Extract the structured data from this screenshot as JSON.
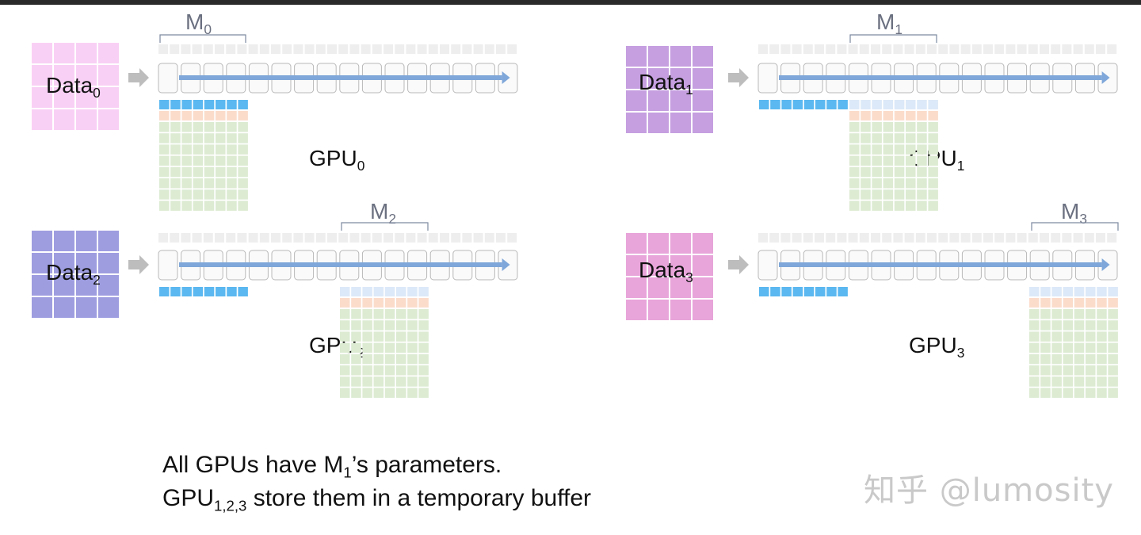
{
  "gpus": [
    {
      "data_main": "Data",
      "data_sub": "0",
      "gpu_main": "GPU",
      "gpu_sub": "0",
      "m_main": "M",
      "m_sub": "0",
      "data_color": "#f9d0f5"
    },
    {
      "data_main": "Data",
      "data_sub": "1",
      "gpu_main": "GPU",
      "gpu_sub": "1",
      "m_main": "M",
      "m_sub": "1",
      "data_color": "#c59fe0"
    },
    {
      "data_main": "Data",
      "data_sub": "2",
      "gpu_main": "GPU",
      "gpu_sub": "2",
      "m_main": "M",
      "m_sub": "2",
      "data_color": "#9e9de0"
    },
    {
      "data_main": "Data",
      "data_sub": "3",
      "gpu_main": "GPU",
      "gpu_sub": "3",
      "m_main": "M",
      "m_sub": "3",
      "data_color": "#e8a5da"
    }
  ],
  "caption": {
    "line1_prefix": "All GPUs have M",
    "line1_sub": "1",
    "line1_suffix": "’s parameters.",
    "line2_prefix": "GPU",
    "line2_sub": "1,2,3",
    "line2_suffix": " store them in a temporary buffer"
  },
  "watermark": "知乎 @lumosity",
  "colors": {
    "arrow": "#7fa7d9",
    "layer_box_border": "#b8b8b8",
    "param_blue": "#5bb8f0",
    "param_light_blue": "#dce9f8",
    "grad_orange": "#fbdccb",
    "optim_green": "#dcebd2",
    "top_strip": "#eeeeee"
  }
}
